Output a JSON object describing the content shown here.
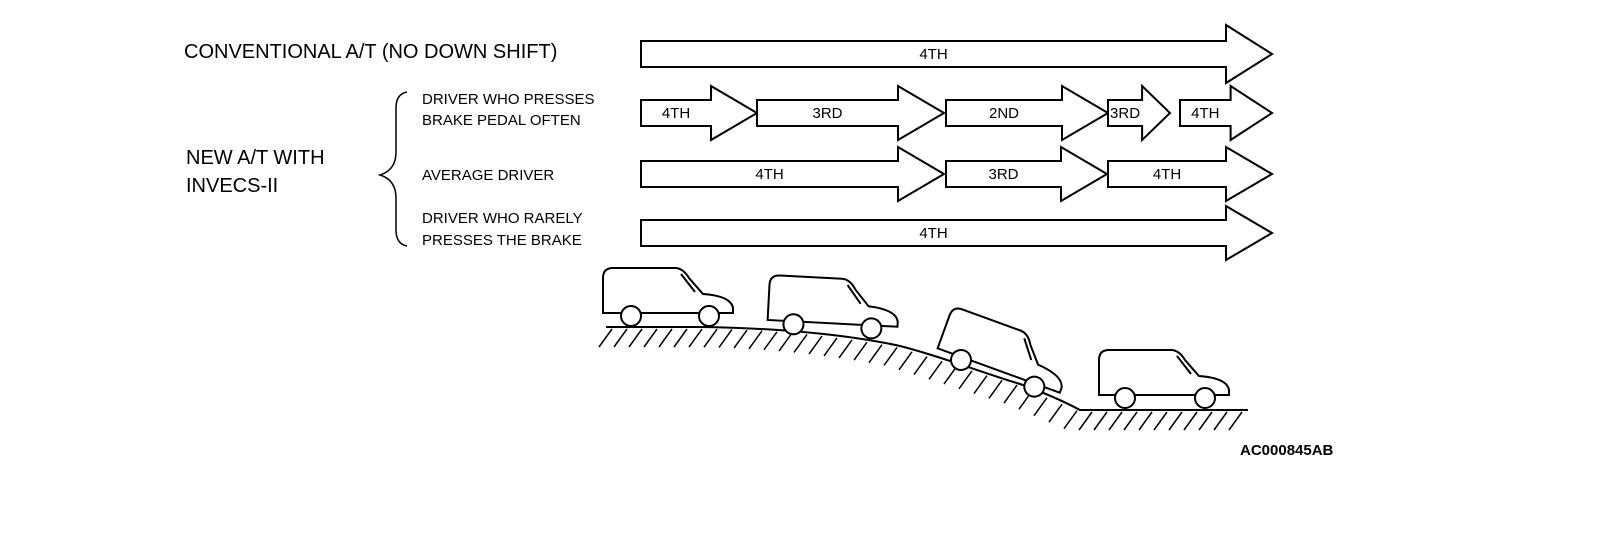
{
  "conventional_label": "CONVENTIONAL A/T (NO DOWN SHIFT)",
  "new_at_label": [
    "NEW A/T WITH",
    "INVECS-II"
  ],
  "rows": [
    {
      "driver_label": [],
      "segments": [
        "4TH"
      ]
    },
    {
      "driver_label": [
        "DRIVER WHO PRESSES",
        "BRAKE PEDAL OFTEN"
      ],
      "segments": [
        "4TH",
        "3RD",
        "2ND",
        "3RD",
        "4TH"
      ]
    },
    {
      "driver_label": [
        "AVERAGE DRIVER"
      ],
      "segments": [
        "4TH",
        "3RD",
        "4TH"
      ]
    },
    {
      "driver_label": [
        "DRIVER WHO RARELY",
        "PRESSES THE BRAKE"
      ],
      "segments": [
        "4TH"
      ]
    }
  ],
  "figure_id": "AC000845AB"
}
